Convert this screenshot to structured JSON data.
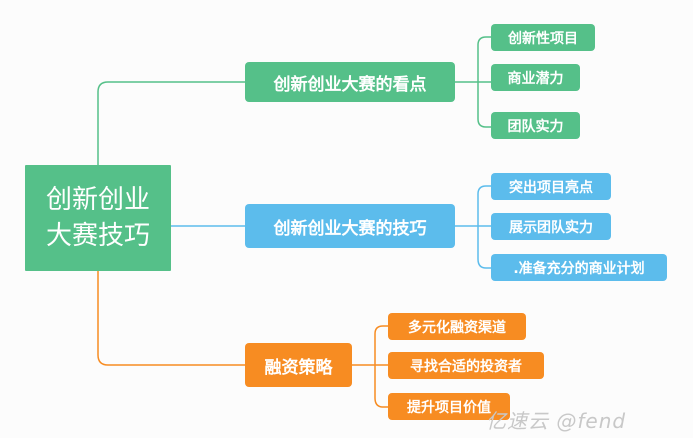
{
  "root": {
    "line1": "创新创业",
    "line2": "大赛技巧"
  },
  "branches": [
    {
      "label": "创新创业大赛的看点",
      "color": "#55c089",
      "children": [
        "创新性项目",
        "商业潜力",
        "团队实力"
      ]
    },
    {
      "label": "创新创业大赛的技巧",
      "color": "#5cbcec",
      "children": [
        "突出项目亮点",
        "展示团队实力",
        ".准备充分的商业计划"
      ]
    },
    {
      "label": "融资策略",
      "color": "#f78c22",
      "children": [
        "多元化融资渠道",
        "寻找合适的投资者",
        "提升项目价值"
      ]
    }
  ],
  "watermark": "亿速云 @fend"
}
